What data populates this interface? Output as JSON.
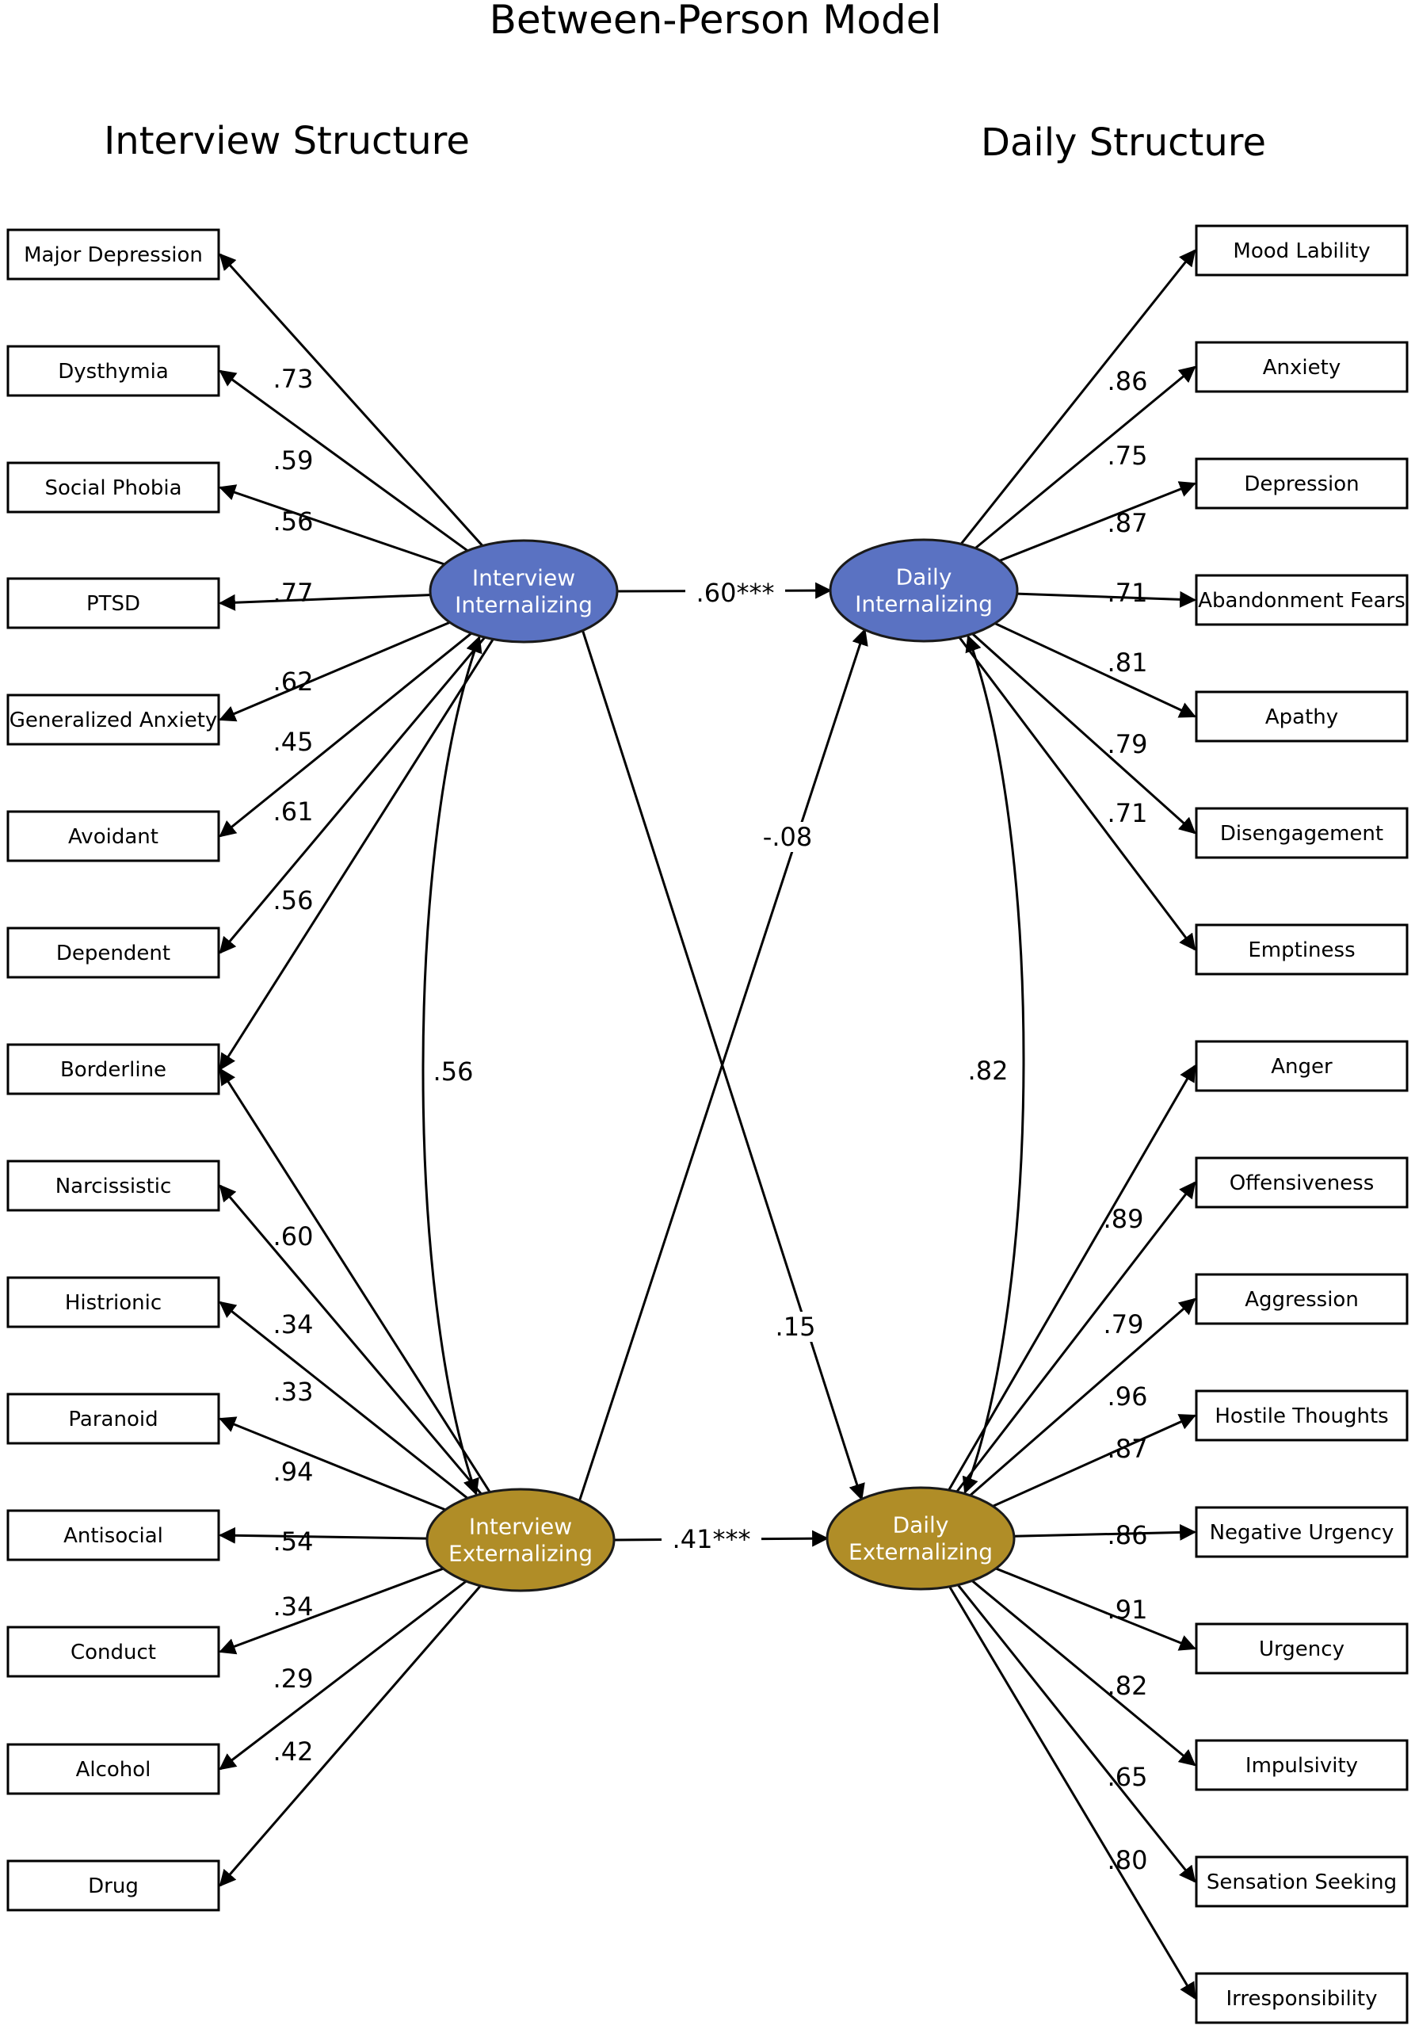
{
  "title": "Between-Person Model",
  "sections": {
    "left": "Interview Structure",
    "right": "Daily Structure"
  },
  "colors": {
    "internalizing": "#5a72c2",
    "externalizing": "#b08d27",
    "ellipse_stroke": "#1a1a1a"
  },
  "latents": {
    "int_int": {
      "line1": "Interview",
      "line2": "Internalizing"
    },
    "int_ext": {
      "line1": "Interview",
      "line2": "Externalizing"
    },
    "day_int": {
      "line1": "Daily",
      "line2": "Internalizing"
    },
    "day_ext": {
      "line1": "Daily",
      "line2": "Externalizing"
    }
  },
  "left_indicators": [
    {
      "label": "Major Depression",
      "loading": ".73",
      "factor": "int_int"
    },
    {
      "label": "Dysthymia",
      "loading": ".59",
      "factor": "int_int"
    },
    {
      "label": "Social Phobia",
      "loading": ".56",
      "factor": "int_int"
    },
    {
      "label": "PTSD",
      "loading": ".77",
      "factor": "int_int"
    },
    {
      "label": "Generalized Anxiety",
      "loading": ".62",
      "factor": "int_int"
    },
    {
      "label": "Avoidant",
      "loading": ".45",
      "factor": "int_int"
    },
    {
      "label": "Dependent",
      "loading": ".61",
      "factor": "int_int"
    },
    {
      "label": "Borderline",
      "loading": ".56",
      "factor": "int_int",
      "loading2": ".34",
      "factor2": "int_ext"
    },
    {
      "label": "Narcissistic",
      "loading": ".60",
      "factor": "int_ext"
    },
    {
      "label": "Histrionic",
      "loading": ".33",
      "factor": "int_ext"
    },
    {
      "label": "Paranoid",
      "loading": ".94",
      "factor": "int_ext"
    },
    {
      "label": "Antisocial",
      "loading": ".54",
      "factor": "int_ext"
    },
    {
      "label": "Conduct",
      "loading": ".34",
      "factor": "int_ext"
    },
    {
      "label": "Alcohol",
      "loading": ".29",
      "factor": "int_ext"
    },
    {
      "label": "Drug",
      "loading": ".42",
      "factor": "int_ext"
    }
  ],
  "right_indicators": [
    {
      "label": "Mood Lability",
      "loading": ".86",
      "factor": "day_int"
    },
    {
      "label": "Anxiety",
      "loading": ".75",
      "factor": "day_int"
    },
    {
      "label": "Depression",
      "loading": ".87",
      "factor": "day_int"
    },
    {
      "label": "Abandonment Fears",
      "loading": ".71",
      "factor": "day_int"
    },
    {
      "label": "Apathy",
      "loading": ".81",
      "factor": "day_int"
    },
    {
      "label": "Disengagement",
      "loading": ".79",
      "factor": "day_int"
    },
    {
      "label": "Emptiness",
      "loading": ".71",
      "factor": "day_int"
    },
    {
      "label": "Anger",
      "loading": ".89",
      "factor": "day_ext"
    },
    {
      "label": "Offensiveness",
      "loading": ".79",
      "factor": "day_ext"
    },
    {
      "label": "Aggression",
      "loading": ".96",
      "factor": "day_ext"
    },
    {
      "label": "Hostile Thoughts",
      "loading": ".87",
      "factor": "day_ext"
    },
    {
      "label": "Negative Urgency",
      "loading": ".86",
      "factor": "day_ext"
    },
    {
      "label": "Urgency",
      "loading": ".91",
      "factor": "day_ext"
    },
    {
      "label": "Impulsivity",
      "loading": ".82",
      "factor": "day_ext"
    },
    {
      "label": "Sensation Seeking",
      "loading": ".65",
      "factor": "day_ext"
    },
    {
      "label": "Irresponsibility",
      "loading": ".80",
      "factor": "day_ext"
    }
  ],
  "paths": [
    {
      "from": "int_int",
      "to": "day_int",
      "label": ".60***"
    },
    {
      "from": "int_ext",
      "to": "day_ext",
      "label": ".41***"
    },
    {
      "from": "int_int",
      "to": "day_ext",
      "label": ".15"
    },
    {
      "from": "int_ext",
      "to": "day_int",
      "label": "-.08"
    }
  ],
  "correlations": [
    {
      "between": [
        "int_int",
        "int_ext"
      ],
      "label": ".56"
    },
    {
      "between": [
        "day_int",
        "day_ext"
      ],
      "label": ".82"
    }
  ]
}
